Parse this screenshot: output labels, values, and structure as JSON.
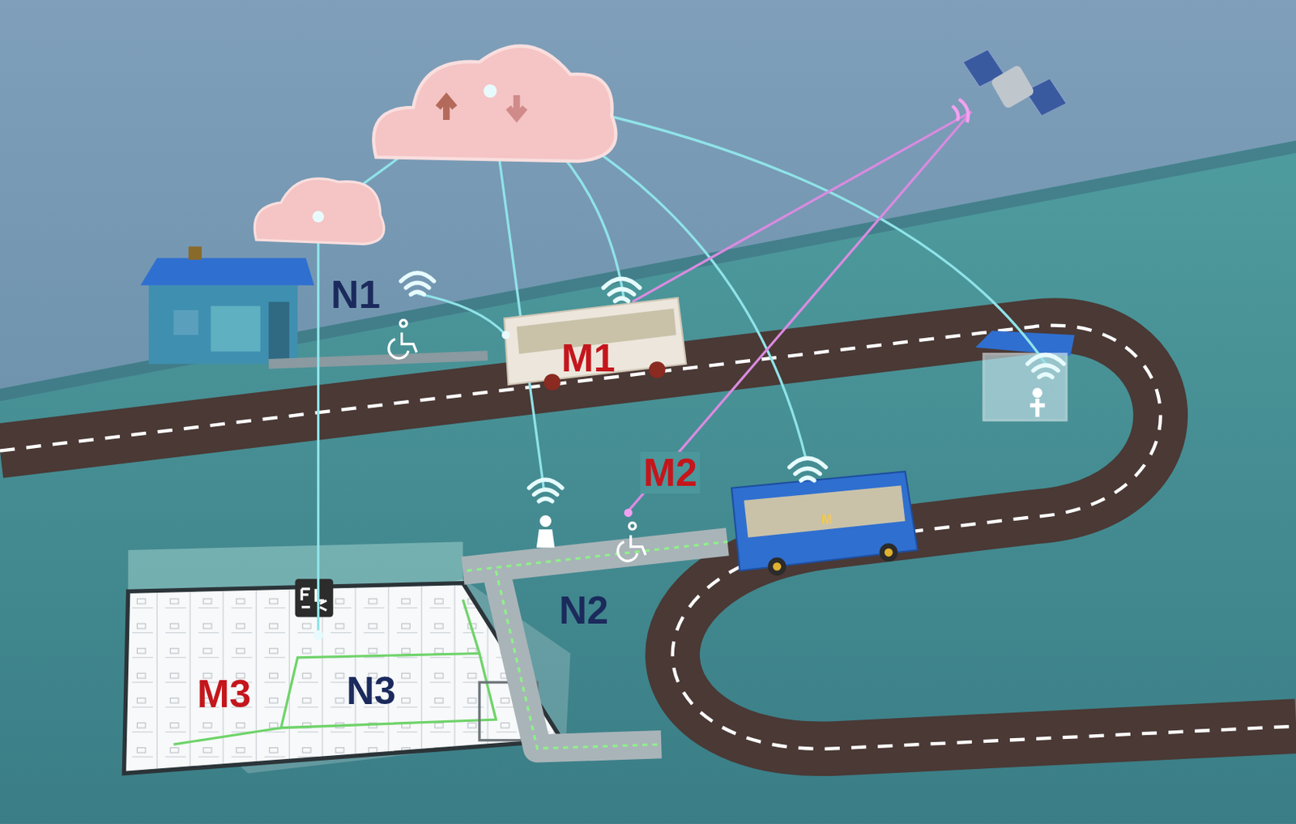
{
  "diagram": {
    "labels": [
      "N1",
      "M1",
      "M2",
      "N2",
      "M3",
      "N3",
      "M"
    ]
  }
}
